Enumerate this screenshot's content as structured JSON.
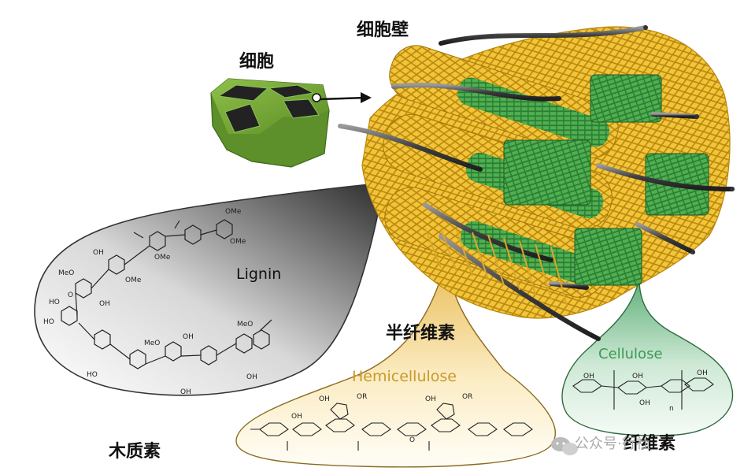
{
  "labels": {
    "cell": "细胞",
    "cell_wall": "细胞壁",
    "lignin_en": "Lignin",
    "lignin_cn": "木质素",
    "hemicellulose_en": "Hemicellulose",
    "hemicellulose_cn": "半纤维素",
    "cellulose_en": "Cellulose",
    "cellulose_cn": "纤维素",
    "watermark": "公众号·行社"
  },
  "lignin_groups": {
    "ome1": "OMe",
    "ome2": "OMe",
    "ome3": "OMe",
    "ome4": "OMe",
    "meo1": "MeO",
    "meo2": "MeO",
    "meo3": "MeO",
    "oh1": "OH",
    "oh2": "OH",
    "oh3": "OH",
    "oh4": "OH",
    "oh5": "OH",
    "ho1": "HO",
    "ho2": "HO",
    "ho3": "HO",
    "o": "O"
  },
  "hemi_groups": {
    "oh1": "OH",
    "oh2": "OH",
    "oh3": "OH",
    "or1": "OR",
    "or2": "OR",
    "o": "O"
  },
  "cellulose_groups": {
    "oh1": "OH",
    "oh2": "OH",
    "oh3": "OH",
    "oh4": "OH",
    "n": "n"
  },
  "colors": {
    "cell_green": "#6a9a2e",
    "fibril_green": "#2f8f3a",
    "lignin_yellow": "#e8b81e",
    "rod_gray": "#555555",
    "hemi_gold": "#c79a2a",
    "cellulose_green": "#3f9a5a"
  },
  "icons": {
    "wechat": "wechat-icon"
  }
}
